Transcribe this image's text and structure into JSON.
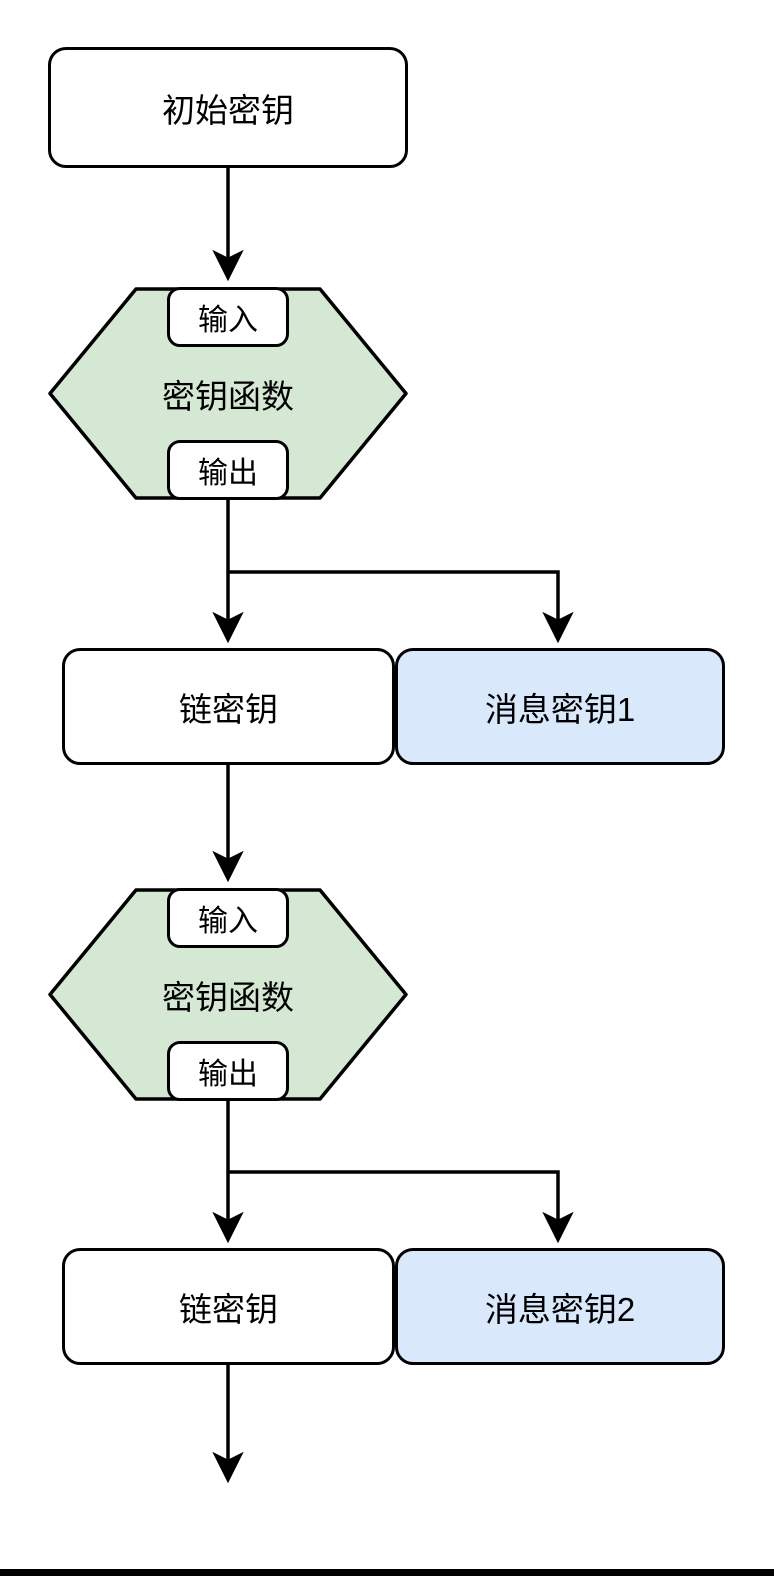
{
  "diagram": {
    "title": "KDF key-derivation chain flowchart",
    "colors": {
      "stroke": "#000000",
      "hexagon_fill": "#d5e8d4",
      "message_key_fill": "#dae8fc",
      "node_fill": "#ffffff"
    },
    "nodes": {
      "initial_key": {
        "label": "初始密钥"
      },
      "kdf1": {
        "label": "密钥函数",
        "input_label": "输入",
        "output_label": "输出"
      },
      "chain_key1": {
        "label": "链密钥"
      },
      "message_key1": {
        "label": "消息密钥1"
      },
      "kdf2": {
        "label": "密钥函数",
        "input_label": "输入",
        "output_label": "输出"
      },
      "chain_key2": {
        "label": "链密钥"
      },
      "message_key2": {
        "label": "消息密钥2"
      }
    }
  }
}
